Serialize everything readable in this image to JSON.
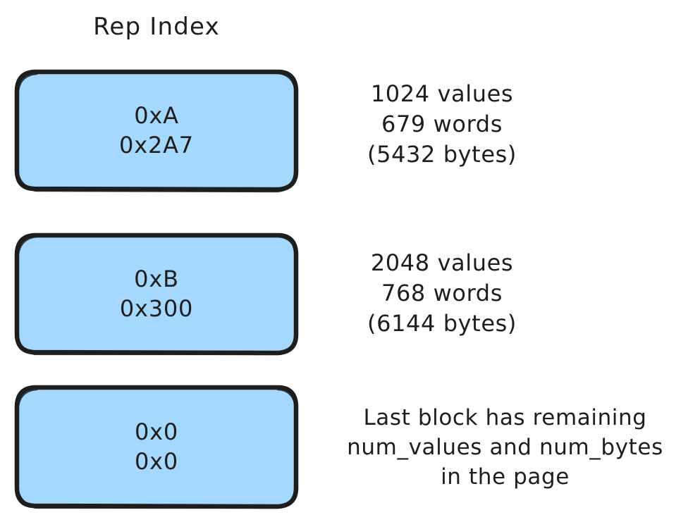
{
  "title": "Rep Index",
  "background_color": "#ffffff",
  "text_color": "#1e1e1e",
  "block_fill_color": "#a5d8ff",
  "block_stroke_color": "#1e1e1e",
  "blocks": [
    {
      "name": "rep-index-entry-a",
      "line1": "0xA",
      "line2": "0x2A7",
      "annotation": {
        "line1": "1024 values",
        "line2": "679 words",
        "line3": "(5432 bytes)"
      }
    },
    {
      "name": "rep-index-entry-b",
      "line1": "0xB",
      "line2": "0x300",
      "annotation": {
        "line1": "2048 values",
        "line2": "768 words",
        "line3": "(6144 bytes)"
      }
    },
    {
      "name": "rep-index-entry-zero",
      "line1": "0x0",
      "line2": "0x0",
      "annotation": {
        "line1": "Last block has remaining",
        "line2": "num_values and num_bytes",
        "line3": "in the page"
      }
    }
  ]
}
